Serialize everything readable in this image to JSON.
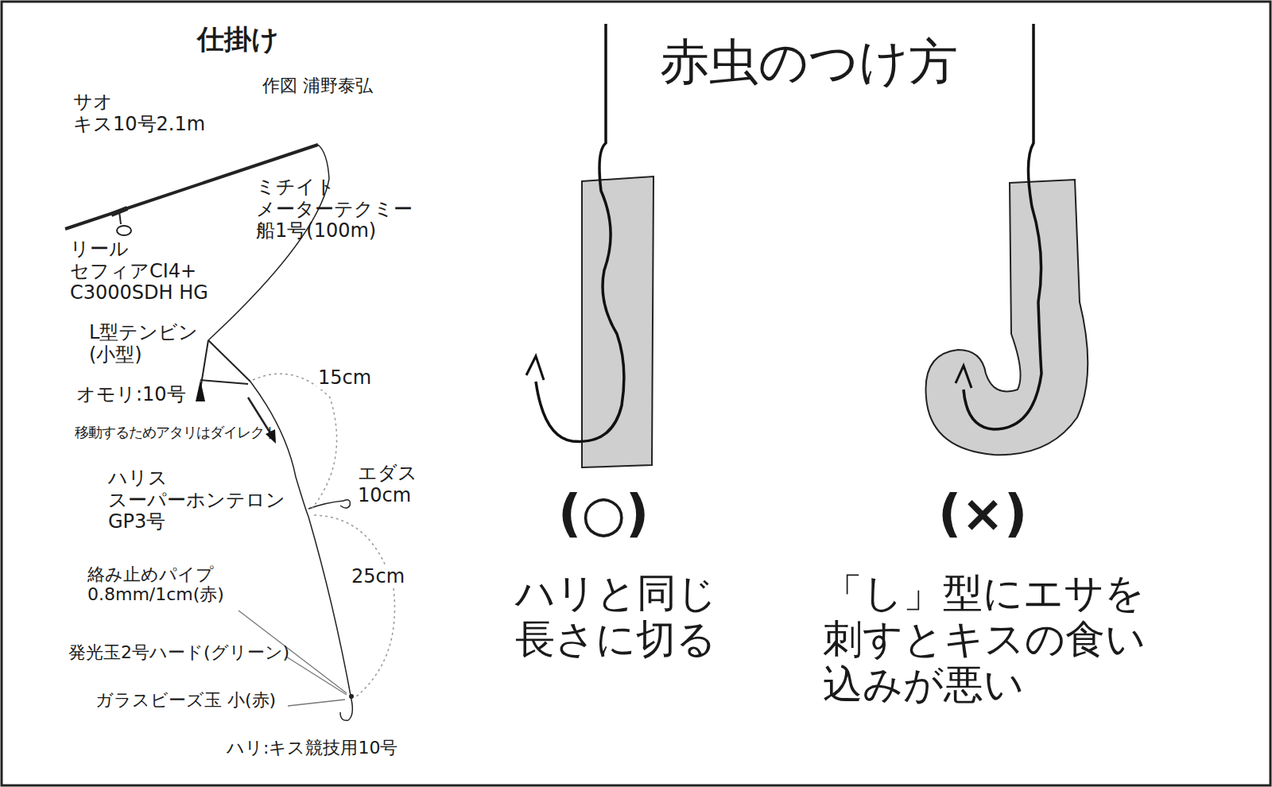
{
  "diagram": {
    "title": "仕掛け",
    "labels": [
      "作図 浦野泰弘",
      "サオ キス10号2.1m",
      "ミチイト メーターテクミー 船1号(100m)",
      "リール セフィアCI4+ C3000SDH HG",
      "L型テンビン (小型)",
      "オモリ:10号",
      "移動するためアタリはダイレクト",
      "15cm",
      "ハリス スーパーホンテロン GP3号",
      "エダス 10cm",
      "25cm",
      "絡み止めパイプ 0.8mm/1cm(赤)",
      "発光玉2号ハード(グリーン)",
      "ガラスビーズ玉 小(赤)",
      "ハリ:キス競技用10号",
      "赤虫のつけ方",
      "(○)",
      "(×)",
      "ハリと同じ 長さに切る",
      "「し」型にエサを 刺すとキスの食い 込みが悪い"
    ]
  }
}
